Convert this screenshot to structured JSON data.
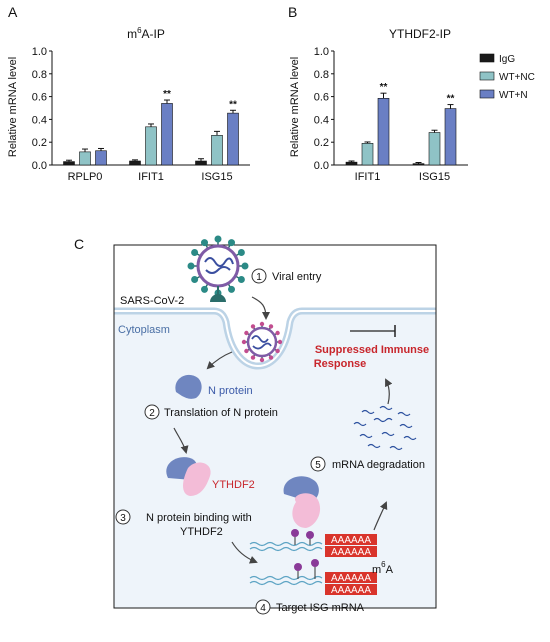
{
  "colors": {
    "IgG": "#1a1a1a",
    "WT+NC": "#8fc3c6",
    "WT+N": "#6a7fc4",
    "border": "#1a1a1a",
    "cell_bg": "#eef4fa",
    "membrane": "#bcd3e6",
    "red": "#c8262c",
    "blue_text": "#4a6fa5",
    "nprotein": "#6f86c0",
    "ythdf2": "#f3bcd7",
    "mrna": "#5da4c4",
    "m6a_dot": "#8a3a98",
    "aaaa_box": "#d9342b"
  },
  "panels": {
    "A": "A",
    "B": "B",
    "C": "C"
  },
  "chart_data": [
    {
      "type": "bar",
      "title": "m6A-IP",
      "title_base": "m",
      "title_sup": "6",
      "title_rest": "A-IP",
      "ylabel": "Relative mRNA level",
      "ylim": [
        0,
        1.0
      ],
      "yticks": [
        "0.0",
        "0.2",
        "0.4",
        "0.6",
        "0.8",
        "1.0"
      ],
      "categories": [
        "RPLP0",
        "IFIT1",
        "ISG15"
      ],
      "series": [
        {
          "name": "IgG",
          "values": [
            0.03,
            0.035,
            0.035
          ],
          "errors": [
            0.012,
            0.01,
            0.02
          ]
        },
        {
          "name": "WT+NC",
          "values": [
            0.115,
            0.335,
            0.26
          ],
          "errors": [
            0.025,
            0.025,
            0.035
          ]
        },
        {
          "name": "WT+N",
          "values": [
            0.125,
            0.54,
            0.455
          ],
          "errors": [
            0.02,
            0.03,
            0.025
          ]
        }
      ],
      "significance": [
        {
          "category": 1,
          "series": 2,
          "label": "**"
        },
        {
          "category": 2,
          "series": 2,
          "label": "**"
        }
      ]
    },
    {
      "type": "bar",
      "title": "YTHDF2-IP",
      "ylabel": "Relative mRNA level",
      "ylim": [
        0,
        1.0
      ],
      "yticks": [
        "0.0",
        "0.2",
        "0.4",
        "0.6",
        "0.8",
        "1.0"
      ],
      "categories": [
        "IFIT1",
        "ISG15"
      ],
      "series": [
        {
          "name": "IgG",
          "values": [
            0.025,
            0.012
          ],
          "errors": [
            0.01,
            0.01
          ]
        },
        {
          "name": "WT+NC",
          "values": [
            0.19,
            0.285
          ],
          "errors": [
            0.012,
            0.02
          ]
        },
        {
          "name": "WT+N",
          "values": [
            0.585,
            0.495
          ],
          "errors": [
            0.045,
            0.035
          ]
        }
      ],
      "significance": [
        {
          "category": 0,
          "series": 2,
          "label": "**"
        },
        {
          "category": 1,
          "series": 2,
          "label": "**"
        }
      ]
    }
  ],
  "legend": [
    "IgG",
    "WT+NC",
    "WT+N"
  ],
  "diagram": {
    "sars": "SARS-CoV-2",
    "cytoplasm": "Cytoplasm",
    "step1_num": "1",
    "step1": "Viral entry",
    "nprotein": "N protein",
    "step2_num": "2",
    "step2": "Translation of N protein",
    "ythdf2": "YTHDF2",
    "step3_num": "3",
    "step3_line1": "N protein binding with",
    "step3_line2": "YTHDF2",
    "step4_num": "4",
    "step4": "Target ISG mRNA",
    "step5_num": "5",
    "step5": "mRNA degradation",
    "suppressed_line1": "Suppressed Immunse",
    "suppressed_line2": "Response",
    "m6a_base": "m",
    "m6a_sup": "6",
    "m6a_rest": "A",
    "aaaa": "AAAAAA"
  }
}
